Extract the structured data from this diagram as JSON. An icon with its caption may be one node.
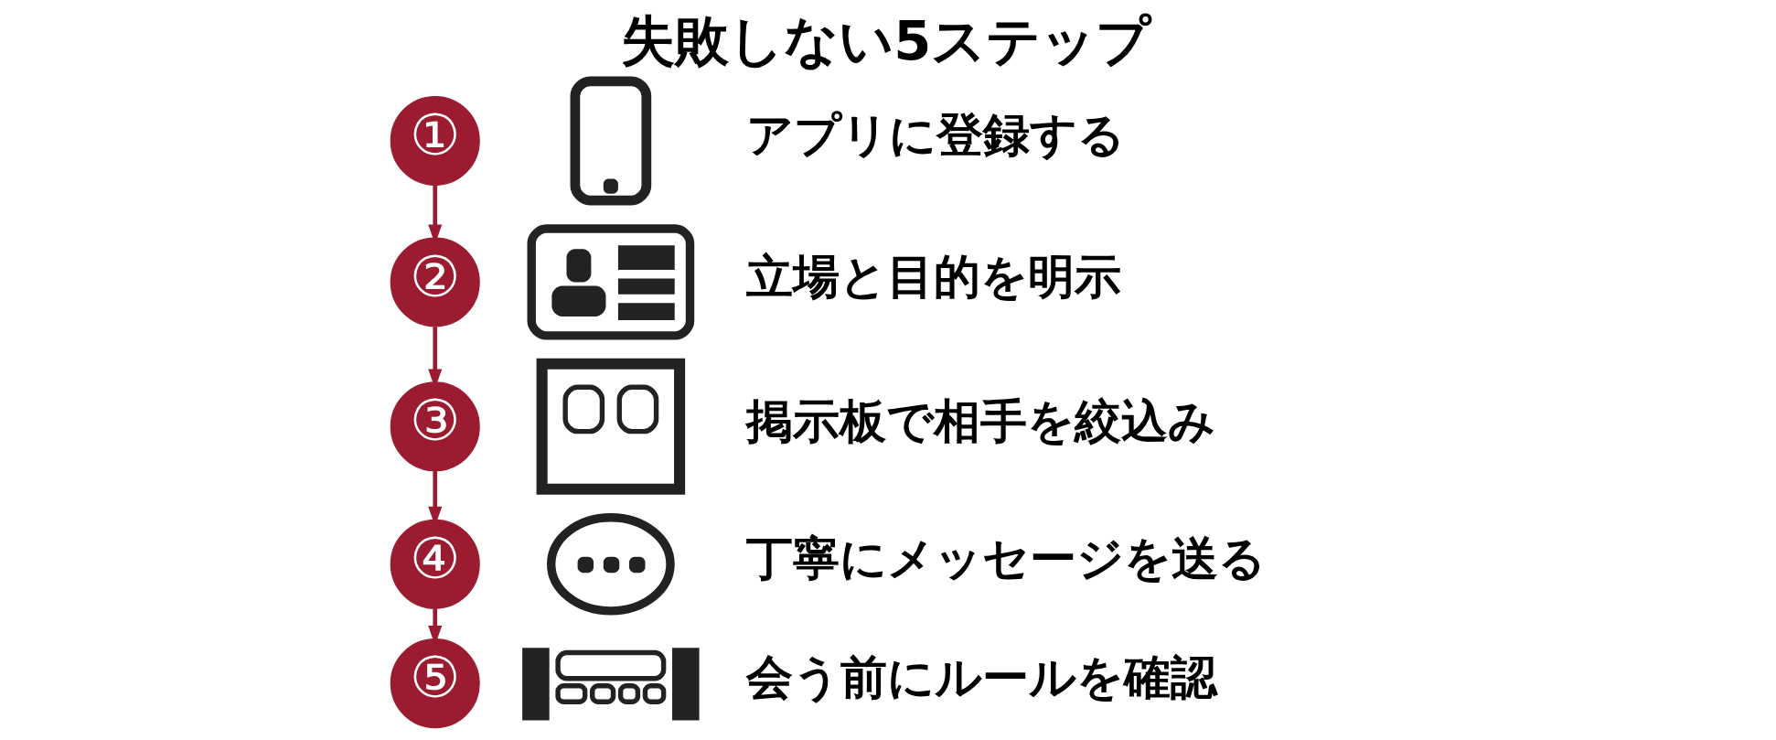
{
  "diagram": {
    "title": "失敗しない5ステップ",
    "nodes": [
      {
        "text": [
          "①"
        ]
      },
      {
        "text": [],
        "shape": "picture",
        "beside": [
          "アプリに登録する"
        ]
      },
      {
        "text": [
          "②"
        ]
      },
      {
        "text": [],
        "shape": "picture",
        "beside": [
          "立場と目的を明示"
        ]
      },
      {
        "text": [
          "③"
        ]
      },
      {
        "text": [],
        "shape": "picture",
        "beside": [
          "掲示板で相手を絞込み"
        ]
      },
      {
        "text": [
          "④"
        ]
      },
      {
        "text": [],
        "shape": "picture",
        "beside": [
          "丁寧にメッセージを送る"
        ]
      },
      {
        "text": [
          "⑤"
        ]
      },
      {
        "text": [],
        "shape": "picture",
        "beside": [
          "会う前にルールを確認"
        ]
      }
    ],
    "edges": [
      {
        "from": 0,
        "to": 2,
        "arrow": "to"
      },
      {
        "from": 2,
        "to": 4,
        "arrow": "to"
      },
      {
        "from": 4,
        "to": 6,
        "arrow": "to"
      },
      {
        "from": 6,
        "to": 8,
        "arrow": "to"
      }
    ]
  }
}
